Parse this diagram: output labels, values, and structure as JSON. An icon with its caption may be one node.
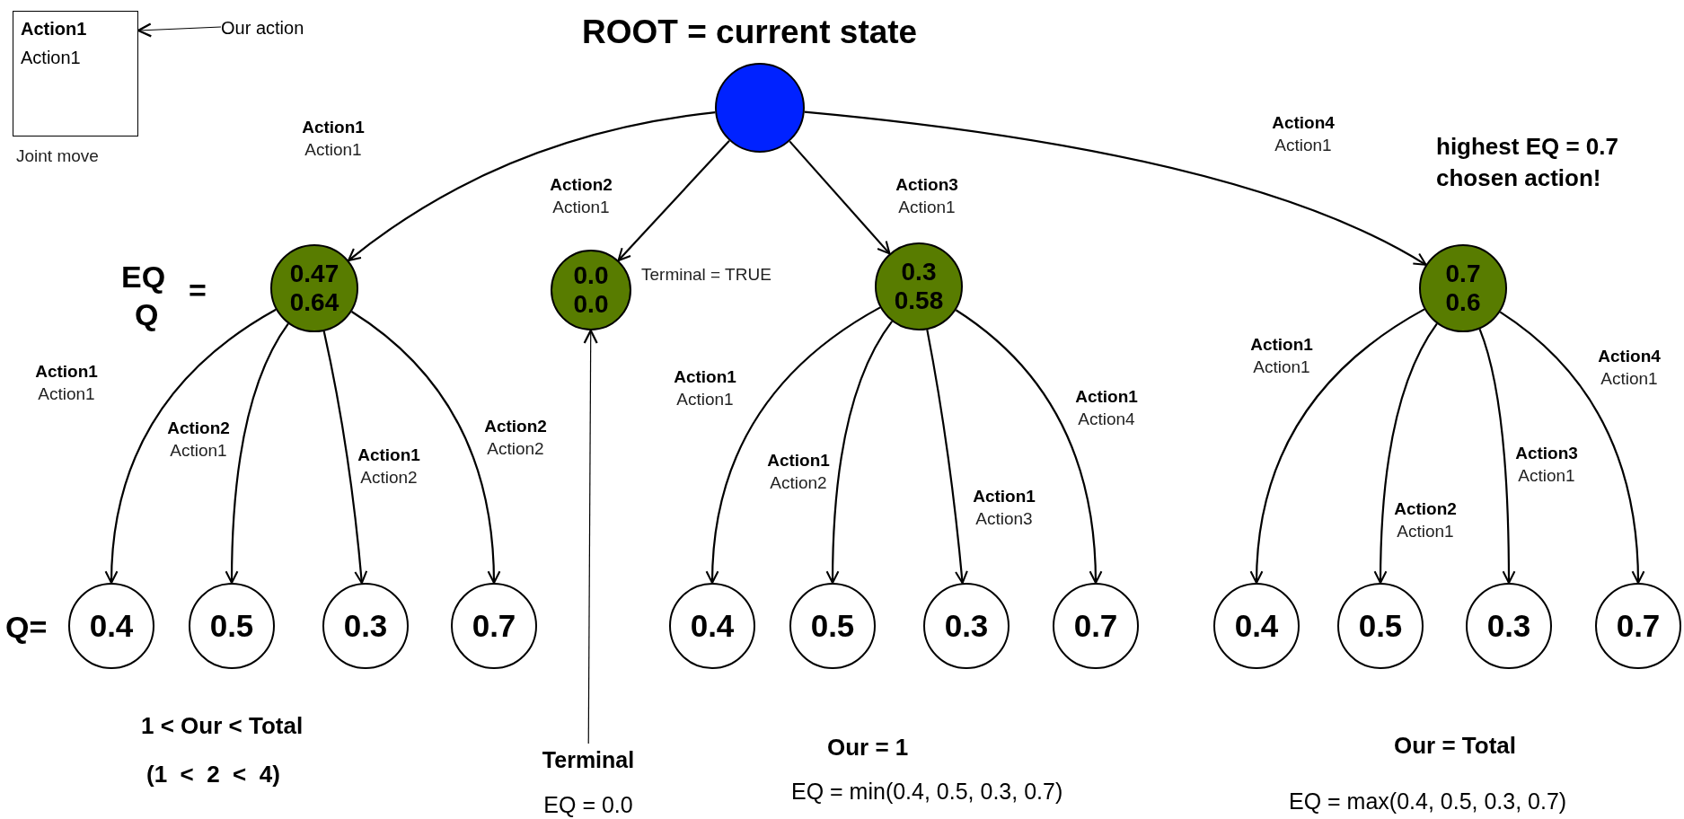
{
  "diagram": {
    "title": "ROOT = current state",
    "nodes": [
      {
        "text": [
          "Action1",
          "Action1"
        ],
        "beside": [
          "Joint move"
        ]
      },
      {
        "text": [
          "Our action"
        ]
      },
      {
        "text": [],
        "shape": "circle"
      },
      {
        "text": [
          "0.47",
          "0.64"
        ]
      },
      {
        "text": [
          "0.0",
          "0.0"
        ],
        "beside": [
          "Terminal = TRUE"
        ]
      },
      {
        "text": [
          "0.3",
          "0.58"
        ]
      },
      {
        "text": [
          "0.7",
          "0.6"
        ]
      },
      {
        "text": [
          "0.4"
        ]
      },
      {
        "text": [
          "0.5"
        ]
      },
      {
        "text": [
          "0.3"
        ]
      },
      {
        "text": [
          "0.7"
        ]
      },
      {
        "text": [
          "0.4"
        ]
      },
      {
        "text": [
          "0.5"
        ]
      },
      {
        "text": [
          "0.3"
        ]
      },
      {
        "text": [
          "0.7"
        ]
      },
      {
        "text": [
          "0.4"
        ]
      },
      {
        "text": [
          "0.5"
        ]
      },
      {
        "text": [
          "0.3"
        ]
      },
      {
        "text": [
          "0.7"
        ]
      },
      {
        "text": [
          "Terminal",
          "EQ = 0.0"
        ]
      }
    ],
    "edges": [
      {
        "from": 1,
        "to": 0,
        "arrow": "to"
      },
      {
        "from": 2,
        "to": 3,
        "arrow": "to",
        "label": "**Action1** Action1"
      },
      {
        "from": 2,
        "to": 4,
        "arrow": "to",
        "label": "**Action2** Action1"
      },
      {
        "from": 2,
        "to": 5,
        "arrow": "to",
        "label": "**Action3** Action1"
      },
      {
        "from": 2,
        "to": 6,
        "arrow": "to",
        "label": "**Action4** Action1"
      },
      {
        "from": 3,
        "to": 7,
        "arrow": "to",
        "label": "**Action1** Action1"
      },
      {
        "from": 3,
        "to": 8,
        "arrow": "to",
        "label": "**Action2** Action1"
      },
      {
        "from": 3,
        "to": 9,
        "arrow": "to",
        "label": "**Action1** Action2"
      },
      {
        "from": 3,
        "to": 10,
        "arrow": "to",
        "label": "**Action2** Action2"
      },
      {
        "from": 5,
        "to": 11,
        "arrow": "to",
        "label": "**Action1** Action1"
      },
      {
        "from": 5,
        "to": 12,
        "arrow": "to",
        "label": "**Action1** Action2"
      },
      {
        "from": 5,
        "to": 13,
        "arrow": "to",
        "label": "**Action1** Action3"
      },
      {
        "from": 5,
        "to": 14,
        "arrow": "to",
        "label": "**Action1** Action4"
      },
      {
        "from": 6,
        "to": 15,
        "arrow": "to",
        "label": "**Action1** Action1"
      },
      {
        "from": 6,
        "to": 16,
        "arrow": "to",
        "label": "**Action2** Action1"
      },
      {
        "from": 6,
        "to": 17,
        "arrow": "to",
        "label": "**Action3** Action1"
      },
      {
        "from": 6,
        "to": 18,
        "arrow": "to",
        "label": "**Action4** Action1"
      },
      {
        "from": 19,
        "to": 4,
        "arrow": "to"
      }
    ],
    "labels": [
      "EQ",
      "Q",
      "=",
      "highest EQ = 0.7 chosen action!",
      "Q=",
      "1 < Our < Total",
      "(1  <  2  <  4)",
      "Our = 1",
      "EQ = min(0.4, 0.5, 0.3, 0.7)",
      "Our = Total",
      "EQ = max(0.4, 0.5, 0.3, 0.7)"
    ]
  }
}
